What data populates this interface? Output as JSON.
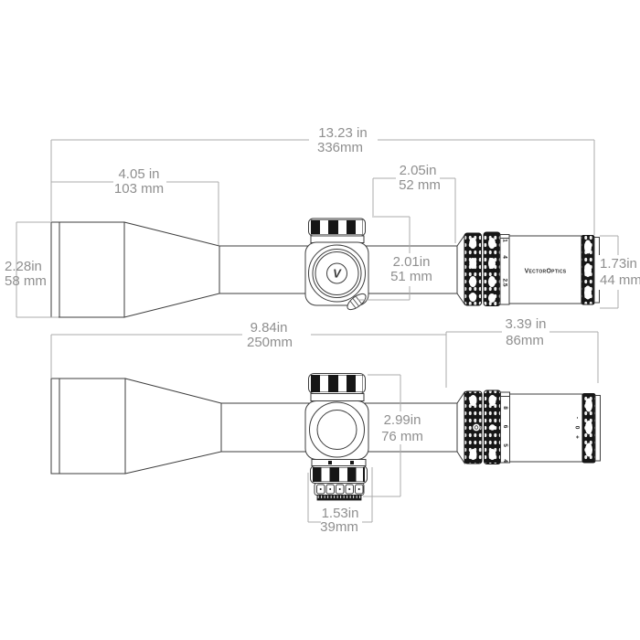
{
  "meta": {
    "title": "Riflescope dimensional diagram"
  },
  "brand": {
    "name": "VectorOptics",
    "logo_letter": "V"
  },
  "colors": {
    "outline": "#3d3d3d",
    "knurl": "#141414",
    "dimension_line": "#ababab",
    "dimension_text": "#8f8f8f",
    "background": "#ffffff"
  },
  "side_view": {
    "dims": {
      "overall_length": {
        "in": "13.23 in",
        "mm": "336mm"
      },
      "objective_length": {
        "in": "4.05 in",
        "mm": "103 mm"
      },
      "ocular_length": {
        "in": "2.05in",
        "mm": "52 mm"
      },
      "objective_diameter": {
        "in": "2.28in",
        "mm": "58 mm"
      },
      "saddle_height": {
        "in": "2.01in",
        "mm": "51 mm"
      },
      "eyepiece_diameter": {
        "in": "1.73in",
        "mm": "44 mm"
      }
    },
    "power_ring_labels": [
      "1",
      "4",
      "2.5"
    ]
  },
  "top_view": {
    "dims": {
      "front_length": {
        "in": "9.84in",
        "mm": "250mm"
      },
      "eyepiece_length": {
        "in": "3.39 in",
        "mm": "86mm"
      },
      "turret_height": {
        "in": "2.99in",
        "mm": "76 mm"
      },
      "turret_width": {
        "in": "1.53in",
        "mm": "39mm"
      }
    },
    "power_ring_labels": [
      "8",
      "6",
      "5",
      "4"
    ],
    "diopter_labels": [
      "-",
      "0",
      "+"
    ]
  }
}
